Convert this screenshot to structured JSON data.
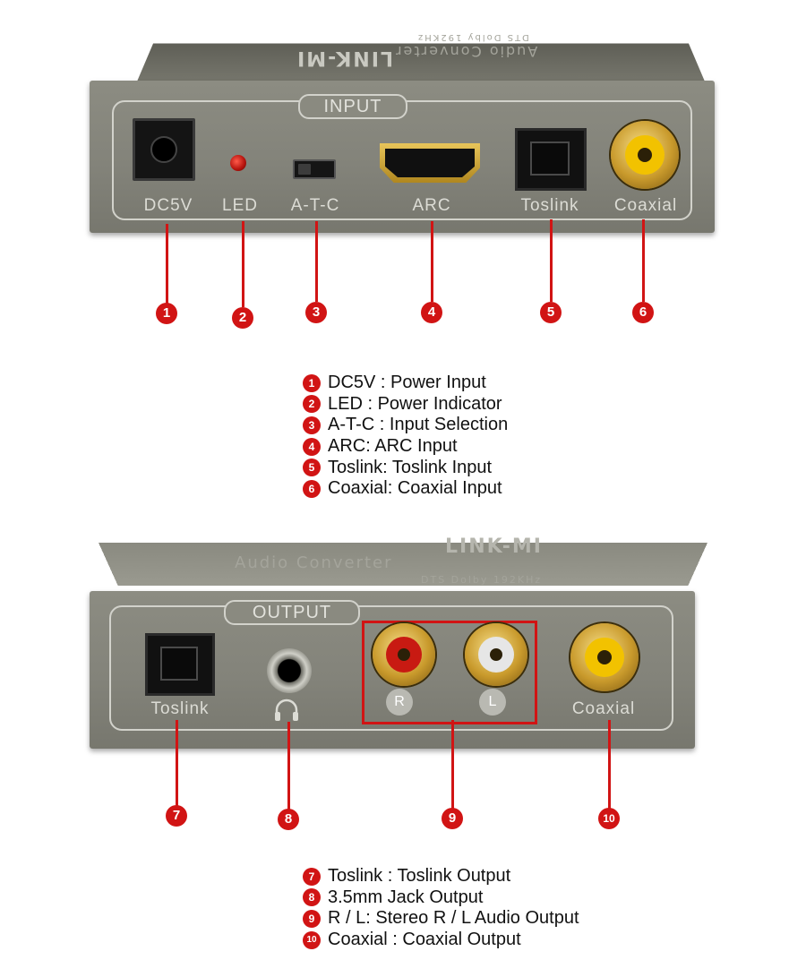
{
  "input_panel": {
    "brand": "LINK-MI",
    "product": "Audio Converter",
    "spec": "DTS Dolby 192KHz",
    "title": "INPUT",
    "ports": [
      "DC5V",
      "LED",
      "A-T-C",
      "ARC",
      "Toslink",
      "Coaxial"
    ]
  },
  "output_panel": {
    "brand": "LINK-MI",
    "product": "Audio Converter",
    "spec": "DTS Dolby 192KHz",
    "title": "OUTPUT",
    "ports": [
      "Toslink",
      "Coaxial"
    ],
    "channel_badges": [
      "R",
      "L"
    ]
  },
  "callouts": [
    "1",
    "2",
    "3",
    "4",
    "5",
    "6",
    "7",
    "8",
    "9",
    "10"
  ],
  "input_legend": [
    {
      "num": "1",
      "text": "DC5V : Power Input"
    },
    {
      "num": "2",
      "text": "LED : Power Indicator"
    },
    {
      "num": "3",
      "text": "A-T-C : Input Selection"
    },
    {
      "num": "4",
      "text": "ARC: ARC Input"
    },
    {
      "num": "5",
      "text": "Toslink: Toslink Input"
    },
    {
      "num": "6",
      "text": "Coaxial: Coaxial Input"
    }
  ],
  "output_legend": [
    {
      "num": "7",
      "text": "Toslink : Toslink Output"
    },
    {
      "num": "8",
      "text": "3.5mm Jack Output"
    },
    {
      "num": "9",
      "text": "R / L: Stereo R / L Audio Output"
    },
    {
      "num": "10",
      "text": "Coaxial : Coaxial Output"
    }
  ],
  "colors": {
    "callout": "#d11414",
    "chassis": "#85857b",
    "rca_red": "#c81a12",
    "rca_white": "#e6e6e6",
    "rca_yellow": "#f2c200"
  },
  "icons": {
    "headphone": "headphone-icon"
  }
}
